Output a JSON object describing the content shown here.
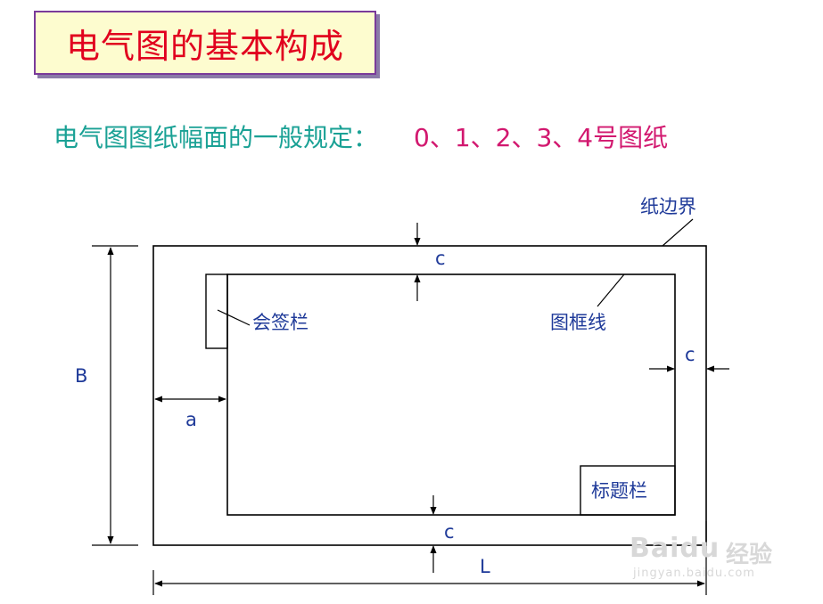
{
  "title": "电气图的基本构成",
  "subtitle": {
    "left": "电气图图纸幅面的一般规定：",
    "right": "0、1、2、3、4号图纸"
  },
  "labels": {
    "paper_border": "纸边界",
    "frame_line": "图框线",
    "signature_block": "会签栏",
    "title_block": "标题栏",
    "dim_B": "B",
    "dim_L": "L",
    "dim_a": "a",
    "dim_c": "c"
  },
  "watermark": {
    "brand": "Baidu",
    "service": "经验",
    "url": "jingyan.baidu.com"
  },
  "colors": {
    "title_text": "#e1001e",
    "title_bg": "#fdfccf",
    "title_border": "#7a3a9a",
    "subtitle_left": "#1aa195",
    "subtitle_right": "#d2186f",
    "label": "#1f3a99",
    "line": "#000000"
  }
}
